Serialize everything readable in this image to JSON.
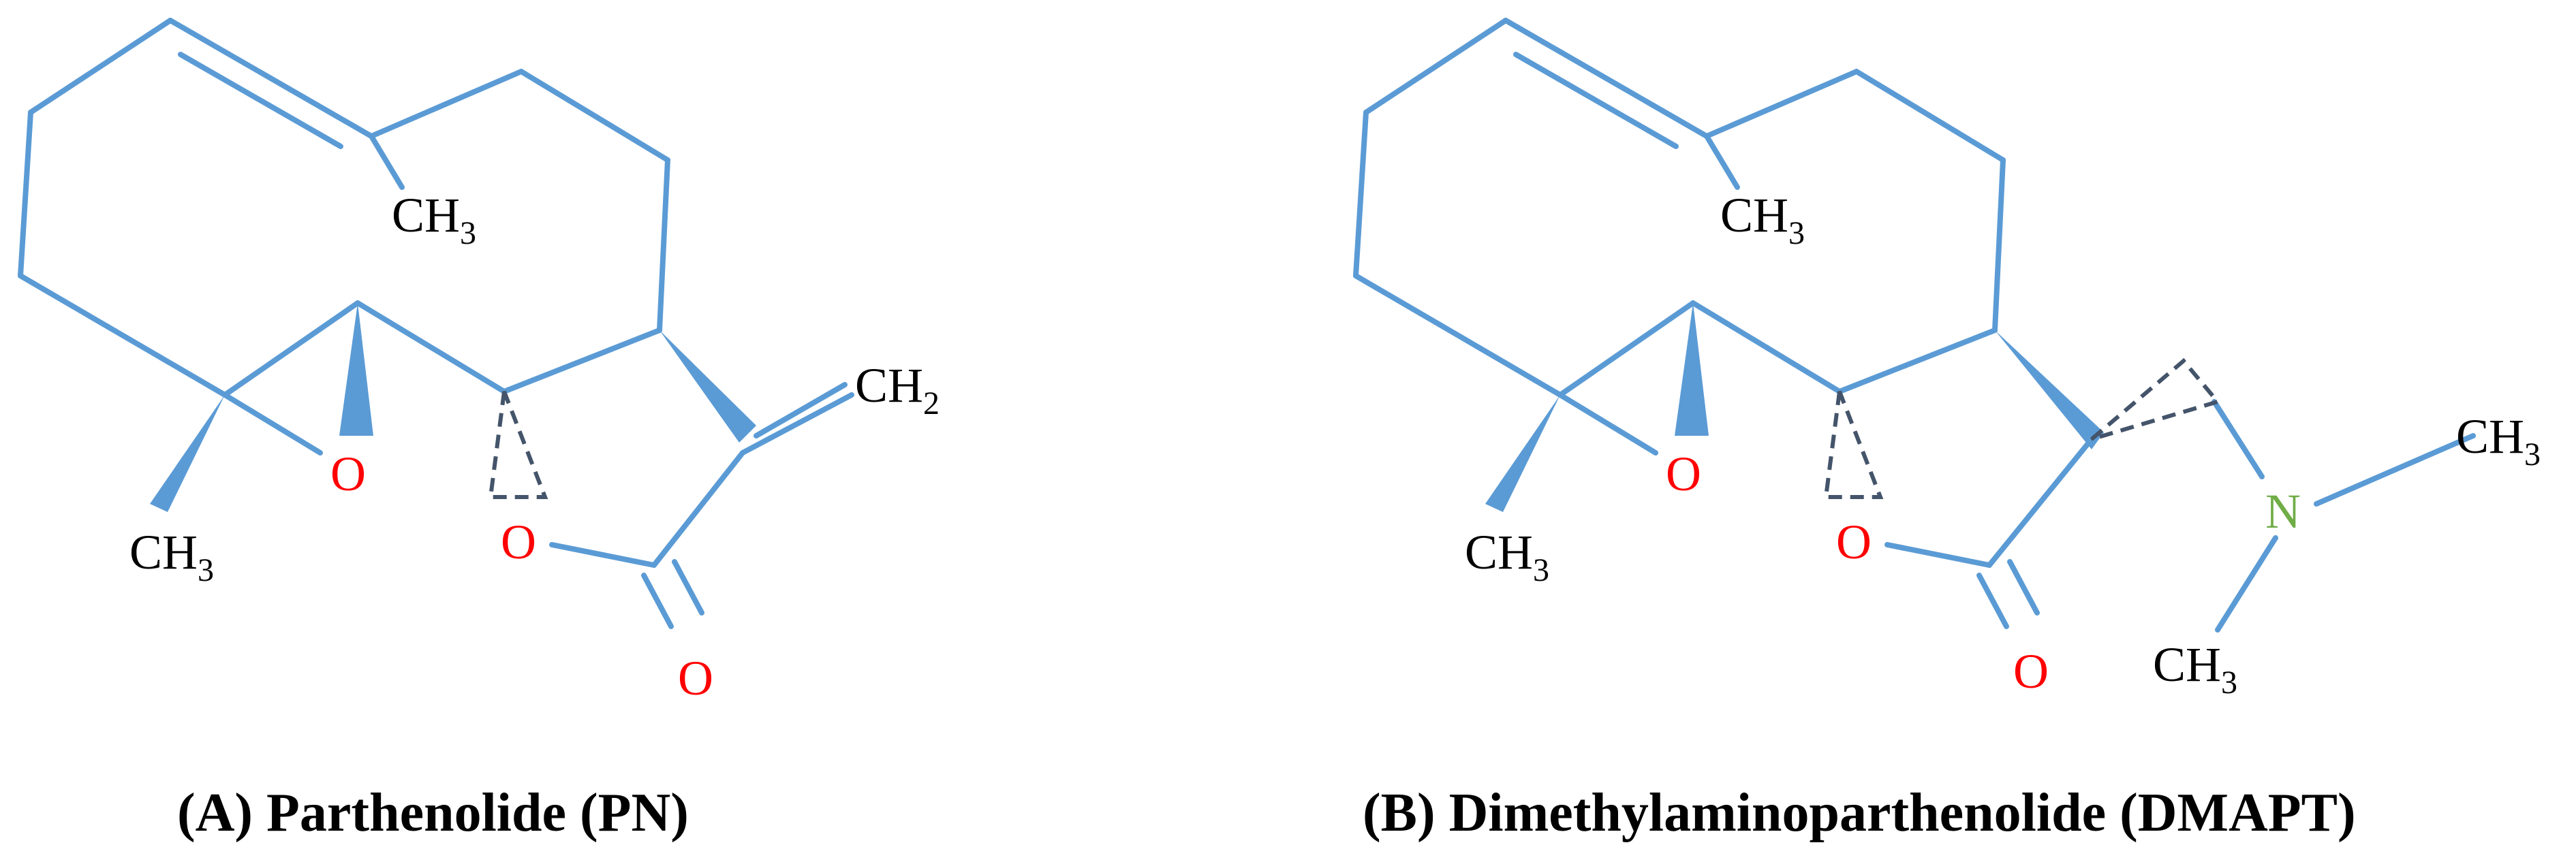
{
  "colors": {
    "bond": "#5B9BD5",
    "stereo_hash": "#44546A",
    "carbon_label": "#000000",
    "oxygen_label": "#FF0000",
    "nitrogen_label": "#70AD47"
  },
  "structure_a": {
    "caption": "(A) Parthenolide (PN)",
    "labels": {
      "ring_methyl_main": "CH",
      "ring_methyl_sub": "3",
      "epoxide_oxygen": "O",
      "lactone_oxygen": "O",
      "carbonyl_oxygen": "O",
      "methyl_main": "CH",
      "methyl_sub": "3",
      "methylene_main": "CH",
      "methylene_sub": "2"
    }
  },
  "structure_b": {
    "caption": "(B) Dimethylaminoparthenolide (DMAPT)",
    "labels": {
      "ring_methyl_main": "CH",
      "ring_methyl_sub": "3",
      "epoxide_oxygen": "O",
      "lactone_oxygen": "O",
      "carbonyl_oxygen": "O",
      "methyl_main": "CH",
      "methyl_sub": "3",
      "nitrogen": "N",
      "n_methyl_1_main": "CH",
      "n_methyl_1_sub": "3",
      "n_methyl_2_main": "CH",
      "n_methyl_2_sub": "3"
    }
  }
}
